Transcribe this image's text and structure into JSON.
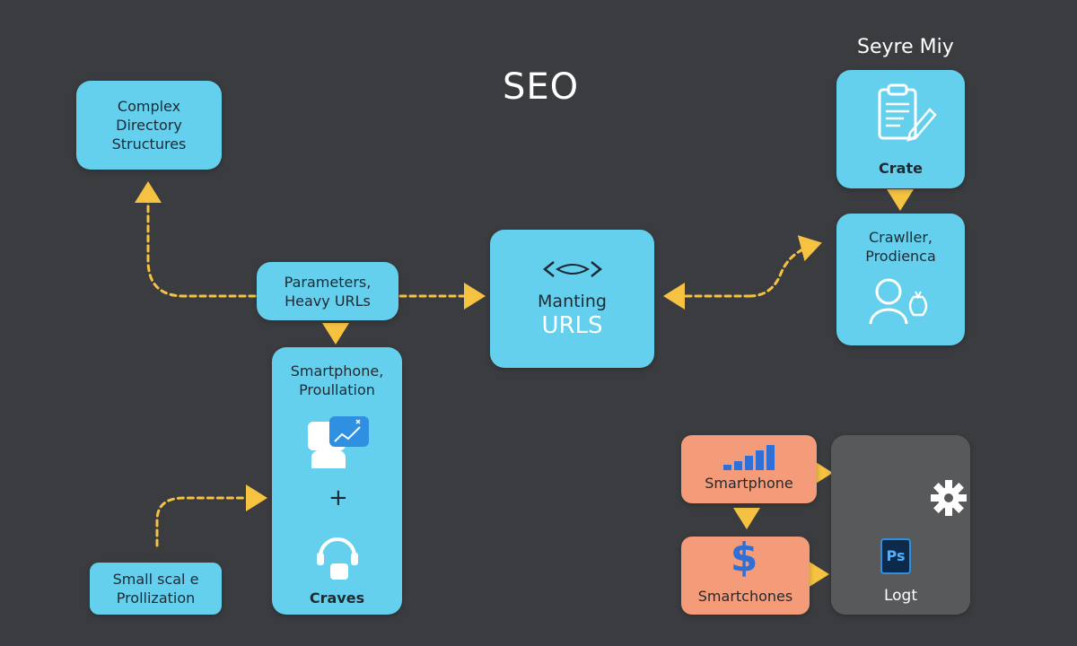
{
  "diagram": {
    "title": "SEO",
    "corner_title": "Seyre Miy",
    "nodes": {
      "complex": {
        "lines": [
          "Complex",
          "Directory",
          "Structures"
        ]
      },
      "parameters": {
        "lines": [
          "Parameters,",
          "Heavy URLs"
        ]
      },
      "smartphone_pop": {
        "lines": [
          "Smartphone,",
          "Proullation"
        ],
        "plus": "+",
        "footer": "Craves"
      },
      "small_scale": {
        "lines": [
          "Small scal e",
          "Prollization"
        ]
      },
      "manting": {
        "line1": "Manting",
        "line2": "URLS"
      },
      "crate": {
        "label": "Crate"
      },
      "crawler": {
        "lines": [
          "Crawller,",
          "Prodienca"
        ]
      },
      "smartphone": {
        "label": "Smartphone"
      },
      "smartchones": {
        "label": "Smartchones",
        "symbol": "$"
      },
      "logt": {
        "label": "Logt",
        "badge": "Ps"
      }
    }
  },
  "colors": {
    "box_blue": "#64d0ee",
    "box_orange": "#f49c7a",
    "box_gray": "#58595b",
    "arrow": "#f5c242",
    "background": "#3a3c3f"
  }
}
